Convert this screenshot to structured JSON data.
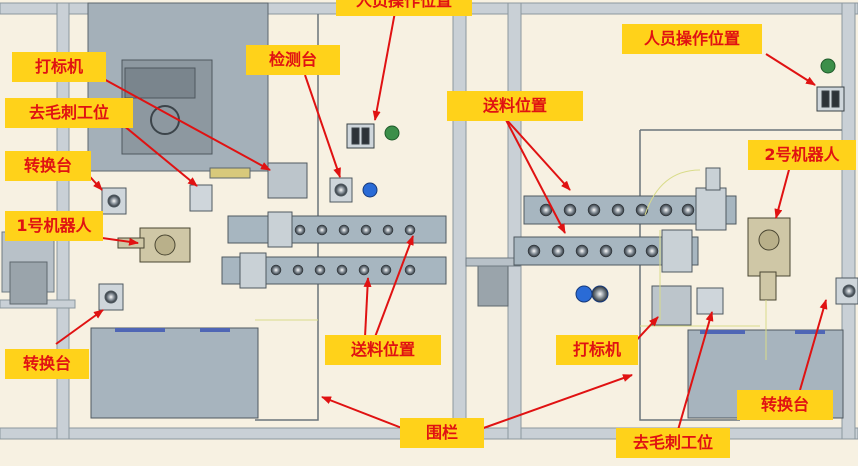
{
  "labels": {
    "operator_pos_top": "人员操作位置",
    "operator_pos_right": "人员操作位置",
    "marking_machine_left": "打标机",
    "marking_machine_right": "打标机",
    "deburring_left": "去毛刺工位",
    "deburring_right": "去毛刺工位",
    "transfer_table_left_top": "转换台",
    "transfer_table_left_bottom": "转换台",
    "transfer_table_right": "转换台",
    "robot_1": "1号机器人",
    "robot_2": "2号机器人",
    "inspection_table": "检测台",
    "feed_pos_left": "送料位置",
    "feed_pos_right": "送料位置",
    "fence": "围栏"
  },
  "colors": {
    "label_bg": "#ffd21a",
    "label_text": "#e01212",
    "arrow": "#e01212",
    "floor": "#f7f1e2",
    "panel_fill": "#a7b4be",
    "frame": "#9ea9b1"
  }
}
